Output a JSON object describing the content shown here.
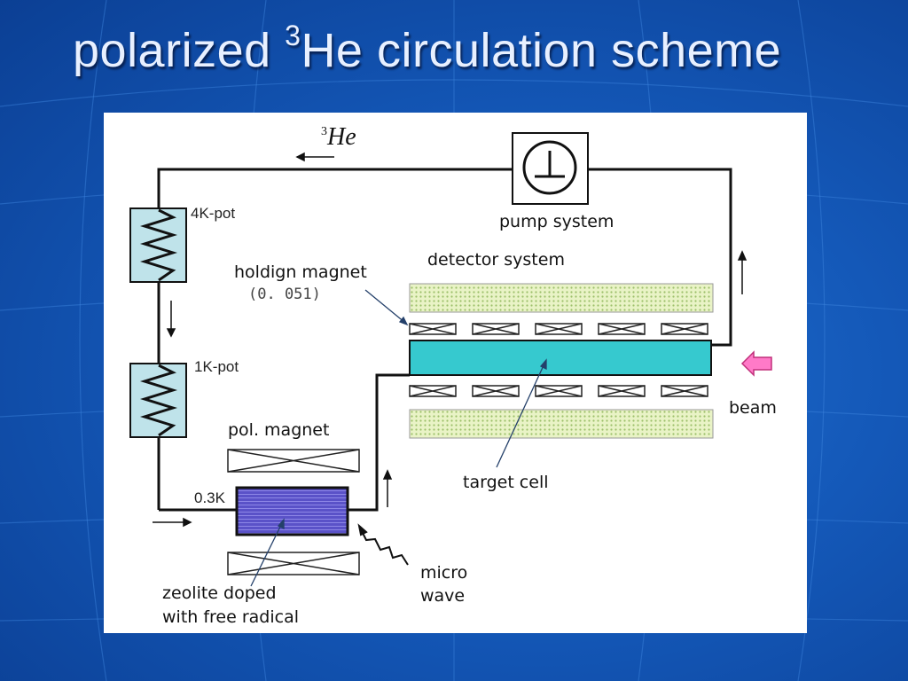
{
  "title": {
    "prefix": "polarized ",
    "superscript": "3",
    "suffix": "He circulation scheme"
  },
  "diagram": {
    "helium_label": {
      "superscript": "3",
      "text": "He"
    },
    "labels": {
      "pump_system": "pump system",
      "detector_system": "detector system",
      "holding_magnet": "holdign magnet",
      "holding_magnet_value": "(0. 051)",
      "pot_4k": "4K-pot",
      "pot_1k": "1K-pot",
      "temp_03k": "0.3K",
      "pol_magnet": "pol. magnet",
      "beam": "beam",
      "target_cell": "target cell",
      "micro_wave": [
        "micro",
        "wave"
      ],
      "zeolite": [
        "zeolite  doped",
        "with free radical"
      ]
    },
    "colors": {
      "background": "#1458b8",
      "title_text": "#e8f0ff",
      "panel": "#ffffff",
      "heat_exchanger": "#bfe3ea",
      "target_cell": "#36c9cf",
      "zeolite": "#5a52c8",
      "detector": "#e9f3c6",
      "beam_arrow": "#ff7ac8",
      "line": "#111111"
    },
    "icons": [
      "pump-symbol",
      "coil-icon",
      "zigzag-microwave-icon",
      "beam-arrow-icon",
      "flow-arrow-icon"
    ]
  }
}
